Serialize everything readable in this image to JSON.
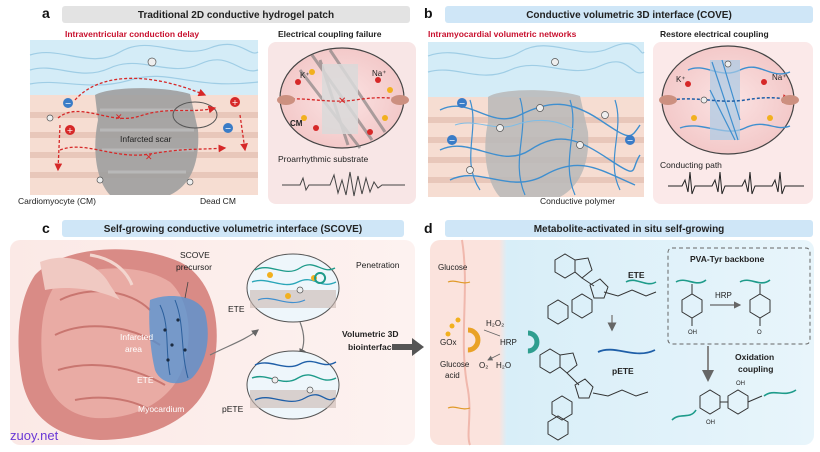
{
  "panels": {
    "a": {
      "letter": "a",
      "title": "Traditional 2D conductive hydrogel patch",
      "left_heading": "Intraventricular conduction delay",
      "right_heading": "Electrical coupling failure",
      "labels": {
        "infarcted_scar": "Infarcted scar",
        "cardiomyocyte": "Cardiomyocyte (CM)",
        "dead_cm": "Dead CM",
        "proarrhythmic": "Proarrhythmic substrate",
        "cm": "CM",
        "k_ion": "K⁺",
        "na_ion": "Na⁺"
      }
    },
    "b": {
      "letter": "b",
      "title": "Conductive volumetric 3D interface (COVE)",
      "left_heading": "Intramyocardial volumetric networks",
      "right_heading": "Restore electrical coupling",
      "labels": {
        "conductive_polymer": "Conductive polymer",
        "conducting_path": "Conducting path",
        "k_ion": "K⁺",
        "na_ion": "Na⁺"
      }
    },
    "c": {
      "letter": "c",
      "title": "Self-growing conductive volumetric interface (SCOVE)",
      "labels": {
        "scove_precursor_1": "SCOVE",
        "scove_precursor_2": "precursor",
        "penetration": "Penetration",
        "ete": "ETE",
        "infarcted_area_1": "Infarcted",
        "infarcted_area_2": "area",
        "ete_heart": "ETE",
        "myocardium": "Myocardium",
        "pete": "pETE",
        "volumetric_1": "Volumetric 3D",
        "volumetric_2": "biointerface"
      }
    },
    "d": {
      "letter": "d",
      "title": "Metabolite-activated in situ self-growing",
      "labels": {
        "glucose": "Glucose",
        "gox": "GOx",
        "glucose_acid_1": "Glucose",
        "glucose_acid_2": "acid",
        "h2o2": "H₂O₂",
        "o2": "O₂",
        "h2o": "H₂O",
        "hrp": "HRP",
        "hrp_box": "HRP",
        "ete": "ETE",
        "pete": "pETE",
        "pva_tyr": "PVA-Tyr backbone",
        "oxidation_1": "Oxidation",
        "oxidation_2": "coupling"
      }
    }
  },
  "watermark": "zuoy.net",
  "colors": {
    "title_bar_gray": "#e3e3e3",
    "title_bar_blue": "#cfe6f7",
    "heading_red": "#c8102e",
    "tissue_pink": "#f6ddd2",
    "fluid_blue": "#d4ecf7",
    "scar_gray": "#9e9e9e",
    "polymer_blue": "#3f8fcf",
    "arrow_red": "#d62828"
  }
}
